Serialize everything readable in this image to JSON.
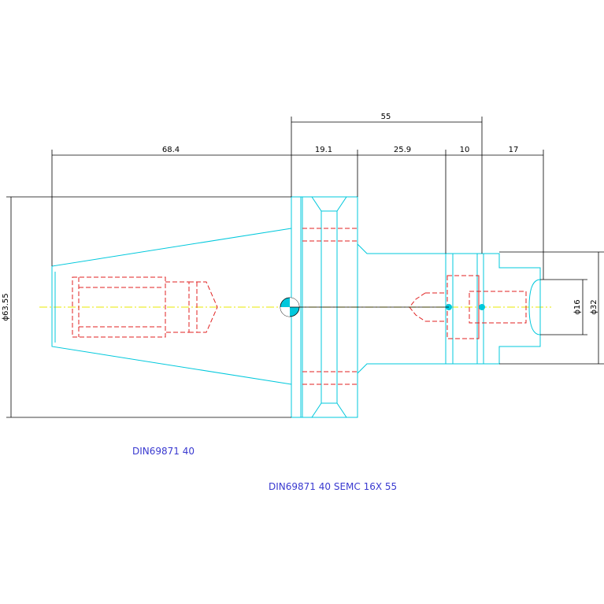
{
  "dimensions": {
    "taper_length": "68.4",
    "flange_width": "19.1",
    "neck_length": "25.9",
    "seg_10": "10",
    "seg_17": "17",
    "overall": "55",
    "dia_flange": "ϕ63.55",
    "dia_16": "ϕ16",
    "dia_32": "ϕ32"
  },
  "labels": {
    "standard": "DIN69871 40",
    "part": "DIN69871 40 SEMC 16X 55"
  },
  "colors": {
    "outline": "#00c8dc",
    "hidden": "#e02020",
    "centerline": "#e8e800",
    "dimension": "#000000",
    "label": "#3a3ad0"
  }
}
